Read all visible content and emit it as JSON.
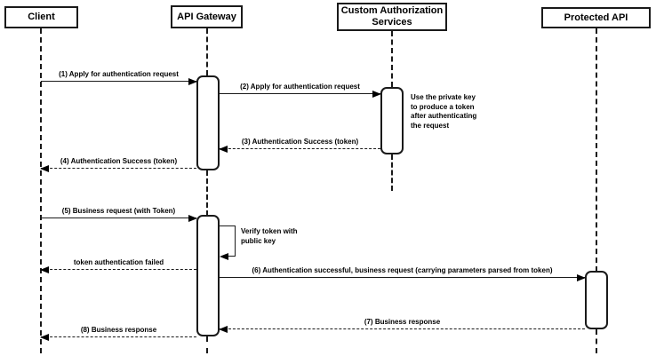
{
  "diagram": {
    "type": "uml-sequence-diagram",
    "background_color": "#ffffff",
    "line_color": "#000000"
  },
  "actors": [
    {
      "label": "Client"
    },
    {
      "label": "API Gateway"
    },
    {
      "label": "Custom Authorization Services"
    },
    {
      "label": "Protected API"
    }
  ],
  "messages": [
    {
      "label": "(1) Apply for authentication request",
      "from": "Client",
      "to": "API Gateway",
      "style": "solid"
    },
    {
      "label": "(2) Apply for authentication request",
      "from": "API Gateway",
      "to": "Custom Authorization Services",
      "style": "solid"
    },
    {
      "label": "(3) Authentication Success (token)",
      "from": "Custom Authorization Services",
      "to": "API Gateway",
      "style": "dashed"
    },
    {
      "label": "(4) Authentication Success (token)",
      "from": "API Gateway",
      "to": "Client",
      "style": "dashed"
    },
    {
      "label": "(5) Business request (with Token)",
      "from": "Client",
      "to": "API Gateway",
      "style": "solid"
    },
    {
      "label": "token authentication failed",
      "from": "API Gateway",
      "to": "Client",
      "style": "dashed"
    },
    {
      "label": "(6) Authentication successful, business request (carrying parameters parsed from token)",
      "from": "API Gateway",
      "to": "Protected API",
      "style": "solid"
    },
    {
      "label": "(7) Business response",
      "from": "Protected API",
      "to": "API Gateway",
      "style": "dashed"
    },
    {
      "label": "(8) Business response",
      "from": "API Gateway",
      "to": "Client",
      "style": "dashed"
    }
  ],
  "self_message": {
    "label": "Verify token with public key",
    "actor": "API Gateway"
  },
  "note": {
    "text": "Use the private key to produce a token after authenticating the request",
    "attached_to": "Custom Authorization Services"
  }
}
